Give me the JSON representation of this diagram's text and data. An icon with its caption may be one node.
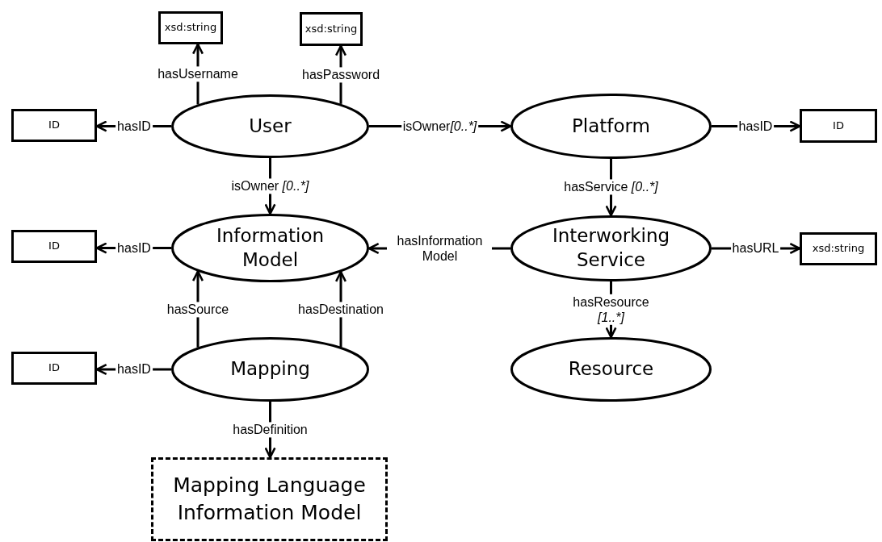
{
  "diagram": {
    "nodes": [
      {
        "text": [
          "xsd:string"
        ]
      },
      {
        "text": [
          "xsd:string"
        ]
      },
      {
        "text": [
          "ID"
        ]
      },
      {
        "text": [
          "User"
        ]
      },
      {
        "text": [
          "Platform"
        ]
      },
      {
        "text": [
          "ID"
        ]
      },
      {
        "text": [
          "ID"
        ]
      },
      {
        "text": [
          "Information Model"
        ]
      },
      {
        "text": [
          "Interworking Service"
        ]
      },
      {
        "text": [
          "xsd:string"
        ]
      },
      {
        "text": [
          "ID"
        ]
      },
      {
        "text": [
          "Mapping"
        ]
      },
      {
        "text": [
          "Resource"
        ]
      },
      {
        "text": [
          "Mapping Language Information Model"
        ]
      }
    ],
    "edges": [
      {
        "from": 3,
        "to": 0,
        "arrow": "to",
        "label": "hasUsername"
      },
      {
        "from": 3,
        "to": 1,
        "arrow": "to",
        "label": "hasPassword"
      },
      {
        "from": 3,
        "to": 2,
        "arrow": "to",
        "label": "hasID"
      },
      {
        "from": 3,
        "to": 4,
        "arrow": "to",
        "label": "isOwner[0..*]"
      },
      {
        "from": 4,
        "to": 5,
        "arrow": "to",
        "label": "hasID"
      },
      {
        "from": 3,
        "to": 7,
        "arrow": "to",
        "label": "isOwner [0..*]"
      },
      {
        "from": 4,
        "to": 8,
        "arrow": "to",
        "label": "hasService [0..*]"
      },
      {
        "from": 7,
        "to": 6,
        "arrow": "to",
        "label": "hasID"
      },
      {
        "from": 8,
        "to": 7,
        "arrow": "to",
        "label": "hasInformation Model"
      },
      {
        "from": 8,
        "to": 9,
        "arrow": "to",
        "label": "hasURL"
      },
      {
        "from": 11,
        "to": 7,
        "arrow": "to",
        "label": "hasSource"
      },
      {
        "from": 11,
        "to": 7,
        "arrow": "to",
        "label": "hasDestination"
      },
      {
        "from": 11,
        "to": 10,
        "arrow": "to",
        "label": "hasID"
      },
      {
        "from": 8,
        "to": 12,
        "arrow": "to",
        "label": "hasResource [1..*]"
      },
      {
        "from": 11,
        "to": 13,
        "arrow": "to",
        "label": "hasDefinition"
      }
    ]
  }
}
